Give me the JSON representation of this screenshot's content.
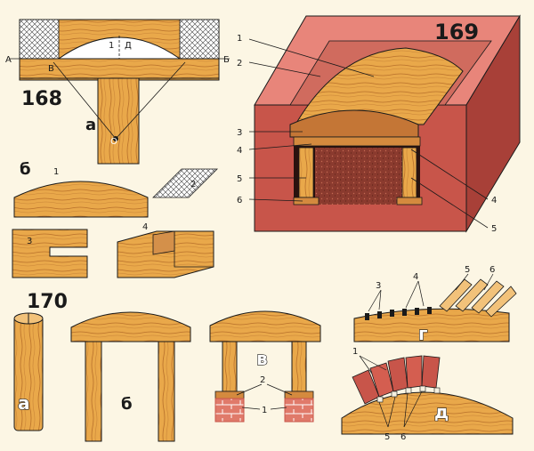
{
  "fig168": {
    "number": "168",
    "points": {
      "a": "А",
      "b": "Б",
      "v": "В",
      "o": "О",
      "d": "Д",
      "one": "1"
    },
    "sub_a": "а",
    "sub_b": "б",
    "parts": {
      "p1": "1",
      "p2": "2",
      "p3": "3",
      "p4": "4"
    }
  },
  "fig169": {
    "number": "169",
    "callouts": [
      "1",
      "2",
      "3",
      "4",
      "5",
      "6",
      "4",
      "5"
    ]
  },
  "fig170": {
    "number": "170",
    "sub_labels": {
      "a": "а",
      "b": "б",
      "v": "в",
      "g": "г",
      "d": "д"
    },
    "v_callouts": {
      "two": "2",
      "one": "1"
    },
    "g_callouts": {
      "three": "3",
      "four": "4",
      "five": "5",
      "six": "6"
    },
    "d_callouts": {
      "one": "1",
      "five": "5",
      "six": "6"
    }
  },
  "colors": {
    "wood": "#e9a84a",
    "wood_dark": "#b8702a",
    "brick": "#c8554a",
    "brick_light": "#e07a6a",
    "filler": "#8a3a2e",
    "background": "#fcf6e4"
  }
}
